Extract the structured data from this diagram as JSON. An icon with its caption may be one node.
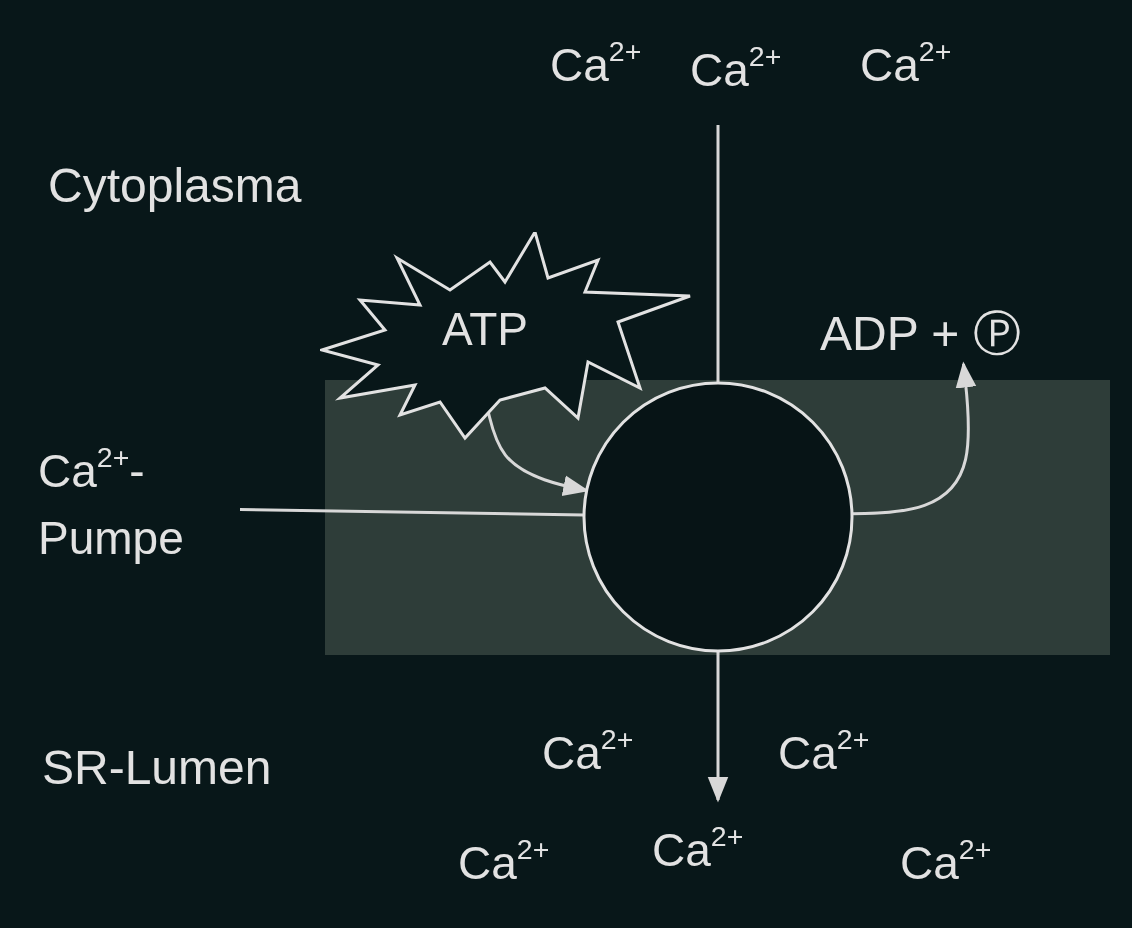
{
  "diagram": {
    "nodes": [
      {
        "text": [
          "ATP"
        ]
      },
      {
        "text": [
          "ADP + Ⓟ"
        ]
      },
      {
        "text": [],
        "shape": "circle"
      },
      {
        "text": [
          "Ca$^{2+}$- Pumpe"
        ]
      }
    ],
    "edges": [
      {
        "from": 0,
        "to": 2,
        "arrow": "to"
      },
      {
        "from": 2,
        "to": 1,
        "arrow": "to"
      },
      {
        "from": 3,
        "to": 2,
        "arrow": "none"
      }
    ],
    "labels": [
      "Ca$^{2+}$",
      "Ca$^{2+}$",
      "Ca$^{2+}$",
      "Cytoplasma",
      "SR-Lumen",
      "Ca$^{2+}$",
      "Ca$^{2+}$",
      "Ca$^{2+}$",
      "Ca$^{2+}$",
      "Ca$^{2+}$"
    ]
  }
}
